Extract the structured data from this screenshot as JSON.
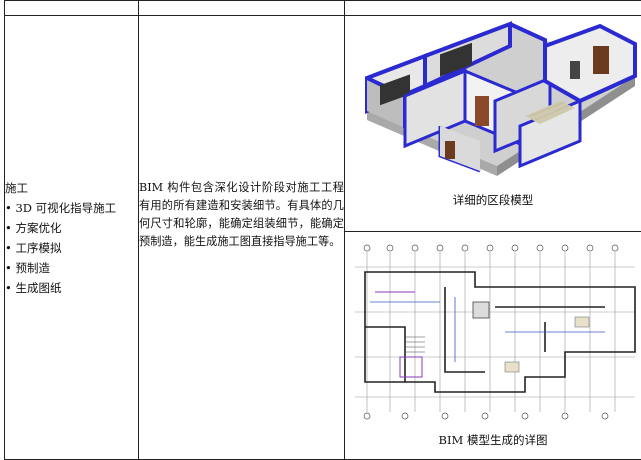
{
  "stage": {
    "title": "施工",
    "items": [
      "3D 可视化指导施工",
      "方案优化",
      "工序模拟",
      "预制造",
      "生成图纸"
    ]
  },
  "description": "BIM 构件包含深化设计阶段对施工工程有用的所有建造和安装细节。有具体的几何尺寸和轮廓，能确定组装细节，能确定预制造，能生成施工图直接指导施工等。",
  "images": [
    {
      "caption": "详细的区段模型",
      "icon": "3d-building-model"
    },
    {
      "caption": "BIM 模型生成的详图",
      "icon": "floor-plan-drawing"
    }
  ]
}
